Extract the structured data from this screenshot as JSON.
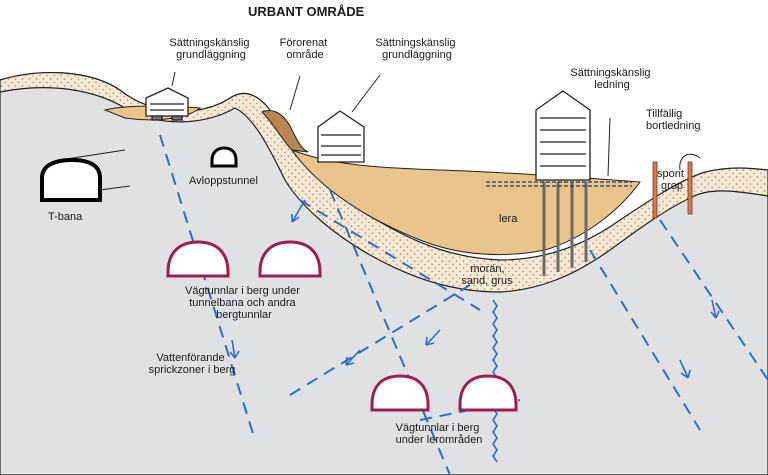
{
  "title": "URBANT OMRÅDE",
  "labels": {
    "settlement_foundation_left": [
      "Sättningskänslig",
      "grundläggning"
    ],
    "contaminated_area": [
      "Förorenat",
      "område"
    ],
    "settlement_foundation_mid": [
      "Sättningskänslig",
      "grundläggning"
    ],
    "settlement_pipe": [
      "Sättningskänslig",
      "ledning"
    ],
    "temporary_diversion": [
      "Tillfällig",
      "bortledning"
    ],
    "sheet_pile_pit": [
      "spont",
      "grop"
    ],
    "sewer_tunnel": "Avloppstunnel",
    "metro": "T-bana",
    "clay": "lera",
    "moraine": [
      "morän,",
      "sand, grus"
    ],
    "road_tunnels_under_tunnels": [
      "Vägtunnlar i berg under",
      "tunnelbana och andra",
      "bergtunnlar"
    ],
    "water_bearing_zones": [
      "Vattenförande",
      "sprickzoner i berg"
    ],
    "road_tunnels_under_clay": [
      "Vägtunnlar i berg",
      "under lerområden"
    ]
  },
  "colors": {
    "rock": "#dfe1e3",
    "clay": "#e9c58c",
    "moraine": "#f4ead8",
    "moraine_dots": "#c8704a",
    "contaminated": "#b8864e",
    "tunnel_outline": "#9e1f4f",
    "water_zone": "#2f6fc1",
    "pile": "#e07a45",
    "outline": "#222222"
  }
}
